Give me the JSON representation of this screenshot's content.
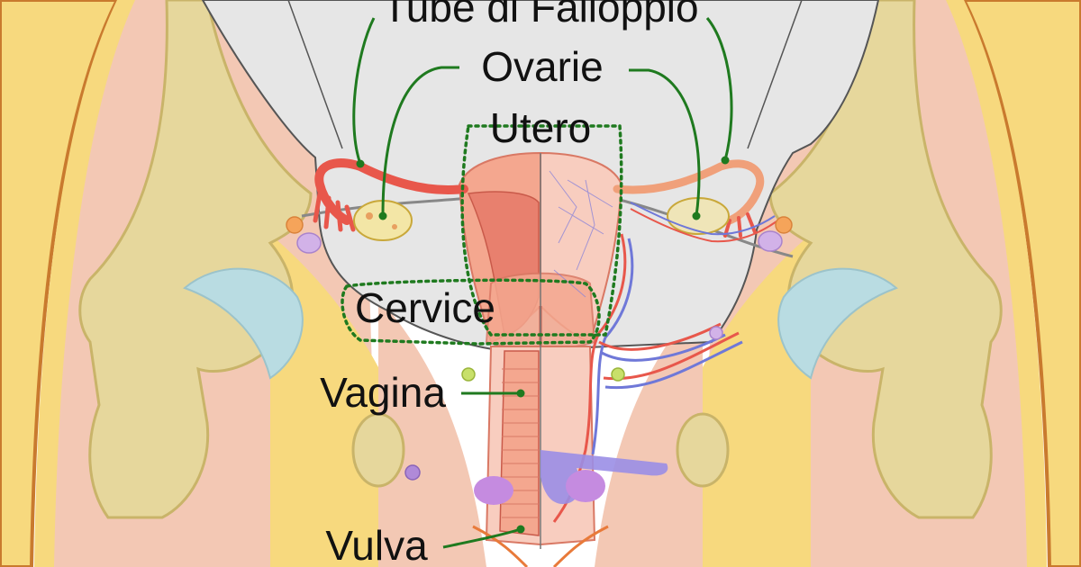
{
  "diagram": {
    "labels": {
      "fallopian_tubes": "Tube di Falloppio",
      "ovaries": "Ovarie",
      "uterus": "Utero",
      "cervix": "Cervice",
      "vagina": "Vagina",
      "vulva": "Vulva"
    }
  },
  "colors": {
    "background": "#ffffff",
    "outer_skin": "#f7d97e",
    "skin_outline": "#c97a2e",
    "muscle": "#f3c8b4",
    "bone": "#e6d79c",
    "bone_outline": "#c9b469",
    "cartilage": "#b9dce2",
    "peritoneum": "#e6e6e6",
    "uterus": "#f4a78f",
    "uterus_section": "#f8cdbf",
    "fallopian_tube": "#e8574b",
    "artery": "#e8574b",
    "vein": "#6f78d8",
    "leader_line": "#1f7a1f",
    "dotted_outline": "#1f7a1f",
    "bladder": "#9a8ee6",
    "clitoris": "#c58be0"
  }
}
